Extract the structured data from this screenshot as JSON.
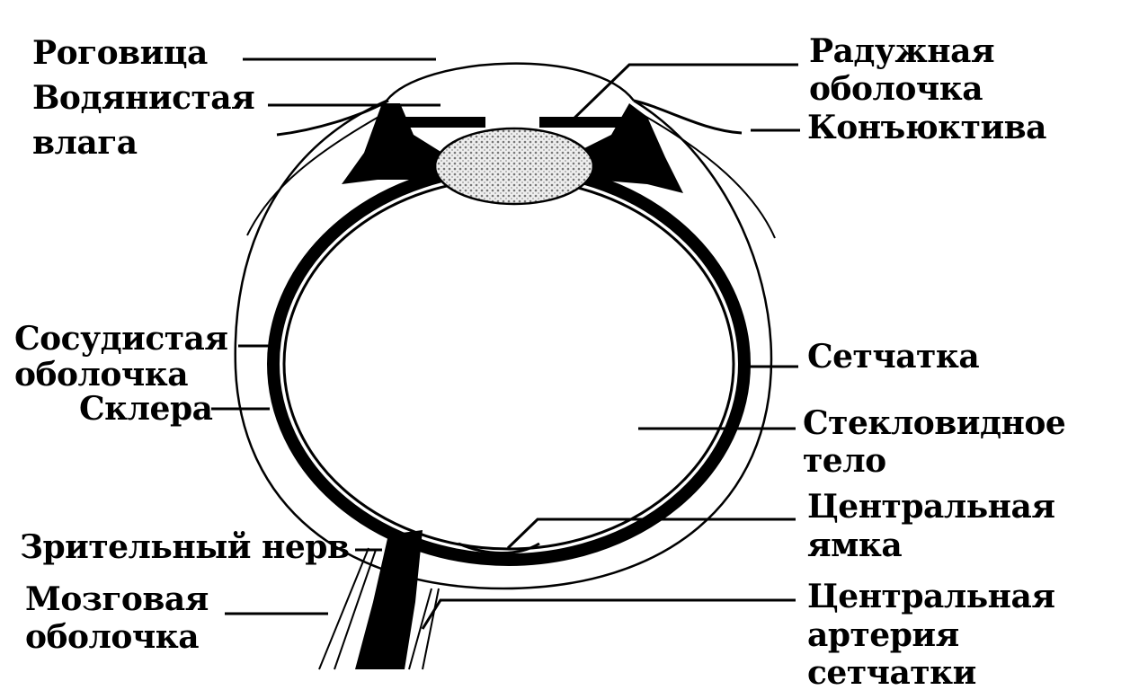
{
  "labels": {
    "cornea": "Роговица",
    "aqueous_1": "Водянистая",
    "aqueous_2": "влага",
    "iris_1": "Радужная",
    "iris_2": "оболочка",
    "conjunctiva": "Конъюктива",
    "choroid_1": "Сосудистая",
    "choroid_2": "оболочка",
    "sclera": "Склера",
    "retina": "Сетчатка",
    "vitreous_1": "Стекловидное",
    "vitreous_2": "тело",
    "fovea_1": "Центральная",
    "fovea_2": "ямка",
    "optic_nerve": "Зрительный нерв",
    "meninges_1": "Мозговая",
    "meninges_2": "оболочка",
    "artery_1": "Центральная",
    "artery_2": "артерия",
    "artery_3": "сетчатки"
  }
}
